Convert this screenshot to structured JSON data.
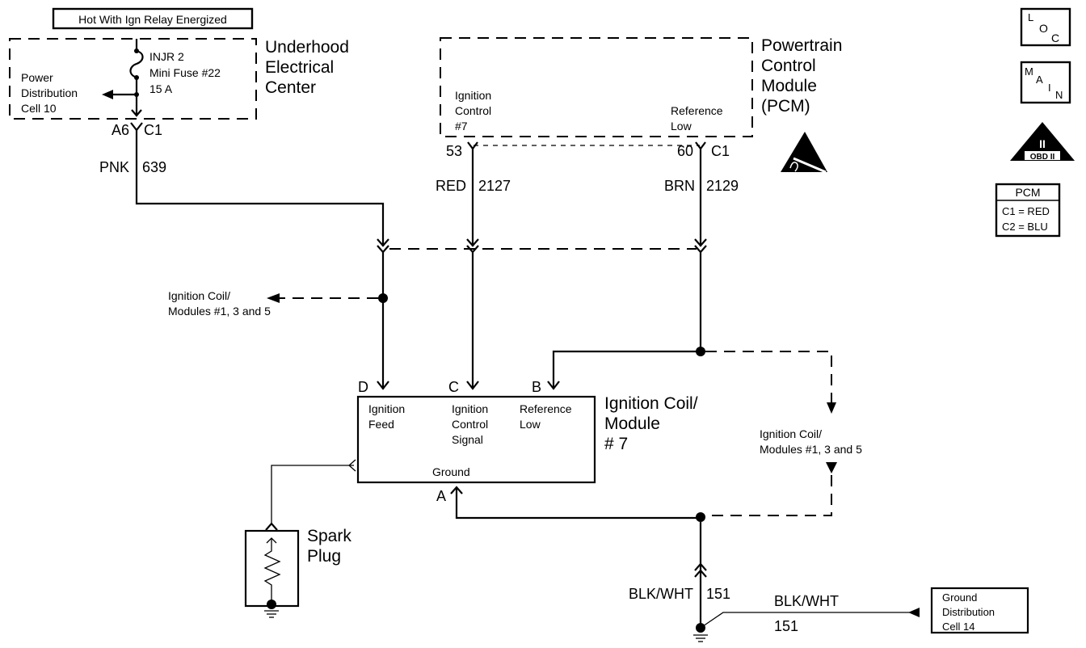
{
  "title_box": {
    "label": "Hot With Ign Relay Energized"
  },
  "underhood": {
    "name_lines": [
      "Underhood",
      "Electrical",
      "Center"
    ],
    "fuse_lines": [
      "INJR 2",
      "Mini Fuse #22",
      "15 A"
    ],
    "power_dist_lines": [
      "Power",
      "Distribution",
      "Cell 10"
    ],
    "connector_pin": "A6",
    "connector_id": "C1",
    "wire_color": "PNK",
    "wire_circuit": "639"
  },
  "pcm": {
    "name_lines": [
      "Powertrain",
      "Control",
      "Module",
      "(PCM)"
    ],
    "ign_control_lines": [
      "Ignition",
      "Control",
      "#7"
    ],
    "ref_low_lines": [
      "Reference",
      "Low"
    ],
    "pin_ign_control": "53",
    "pin_ref_low": "60",
    "connector_id": "C1",
    "wire1_color": "RED",
    "wire1_circuit": "2127",
    "wire2_color": "BRN",
    "wire2_circuit": "2129",
    "esd_icon": "esd-warning-icon"
  },
  "left_branch": {
    "lines": [
      "Ignition Coil/",
      "Modules #1, 3 and 5"
    ]
  },
  "right_branch": {
    "lines": [
      "Ignition Coil/",
      "Modules #1, 3 and 5"
    ]
  },
  "coil_module": {
    "name_lines": [
      "Ignition Coil/",
      "Module",
      "# 7"
    ],
    "pin_d": "D",
    "pin_c": "C",
    "pin_b": "B",
    "pin_a": "A",
    "d_lines": [
      "Ignition",
      "Feed"
    ],
    "c_lines": [
      "Ignition",
      "Control",
      "Signal"
    ],
    "b_lines": [
      "Reference",
      "Low"
    ],
    "ground_label": "Ground"
  },
  "spark_plug": {
    "lines": [
      "Spark",
      "Plug"
    ]
  },
  "ground": {
    "wire_color": "BLK/WHT",
    "wire_circuit": "151",
    "wire2_color": "BLK/WHT",
    "wire2_circuit": "151",
    "dist_lines": [
      "Ground",
      "Distribution",
      "Cell 14"
    ]
  },
  "legend": {
    "loc_letters": [
      "L",
      "O",
      "C"
    ],
    "main_letters": [
      "M",
      "A",
      "I",
      "N"
    ],
    "obd_roman": "II",
    "obd_label": "OBD II",
    "pcm_title": "PCM",
    "pcm_rows": [
      "C1 = RED",
      "C2 = BLU"
    ]
  }
}
